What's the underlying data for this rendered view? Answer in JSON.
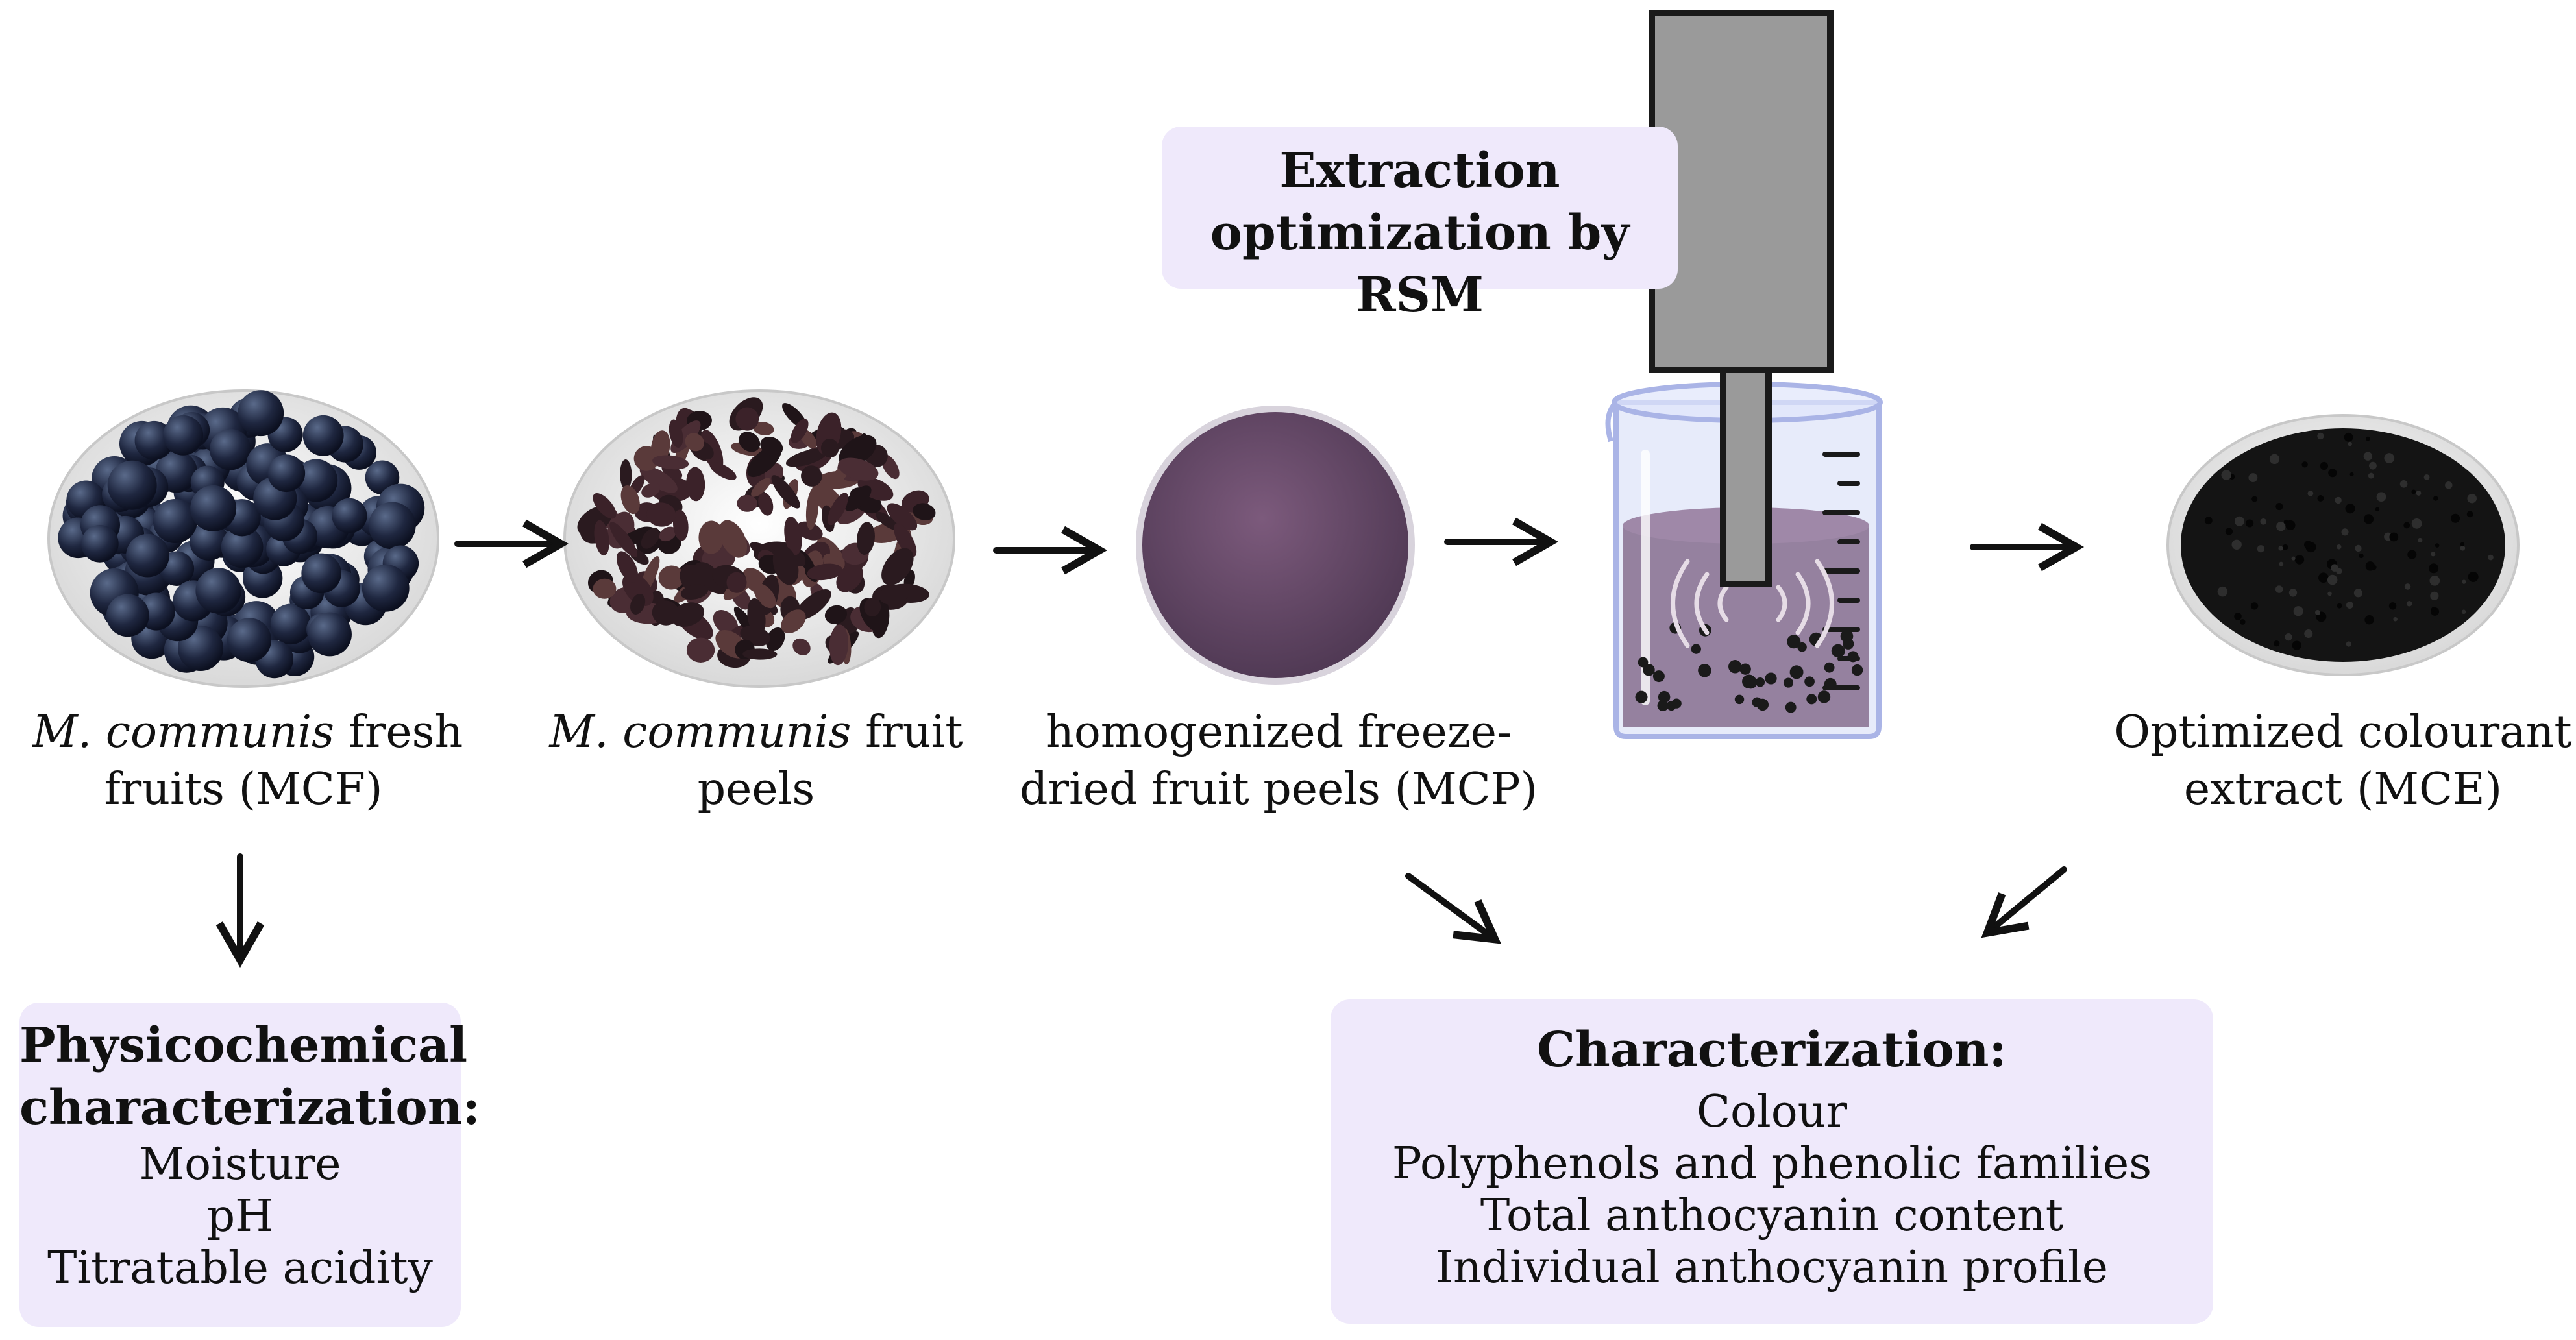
{
  "stages": [
    {
      "italic": "M. communis",
      "rest": " fresh",
      "line2": "fruits (MCF)"
    },
    {
      "italic": "M. communis",
      "rest": " fruit",
      "line2": "peels"
    },
    {
      "line1": "homogenized freeze-",
      "line2": "dried fruit peels (MCP)"
    },
    {
      "line1": "Optimized colourant",
      "line2": "extract (MCE)"
    }
  ],
  "extraction": {
    "line1": "Extraction",
    "line2": "optimization by RSM"
  },
  "physico": {
    "title1": "Physicochemical",
    "title2": "characterization:",
    "items": [
      "Moisture",
      "pH",
      "Titratable acidity"
    ]
  },
  "characterization": {
    "title": "Characterization:",
    "items": [
      "Colour",
      "Polyphenols and phenolic families",
      "Total anthocyanin content",
      "Individual anthocyanin profile"
    ]
  },
  "colors": {
    "box_fill": "#efe9fb",
    "liquid": "#6b3f5a",
    "beaker_glass": "#c9d2f5",
    "probe": "#9a9a9a"
  }
}
